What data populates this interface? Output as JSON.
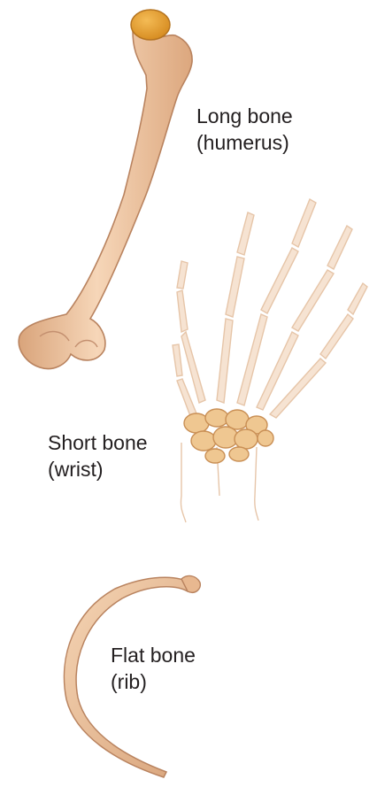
{
  "labels": {
    "long": {
      "name": "Long bone",
      "example": "(humerus)"
    },
    "short": {
      "name": "Short bone",
      "example": "(wrist)"
    },
    "flat": {
      "name": "Flat bone",
      "example": "(rib)"
    }
  },
  "colors": {
    "bone": "#f2caa7",
    "bone_shadow": "#d9a47b",
    "bone_outline": "#b9835f",
    "cartilage_head": "#e39a2a",
    "carpal": "#efc791",
    "hand_faded": "#f3d9c1",
    "text": "#231f20"
  }
}
